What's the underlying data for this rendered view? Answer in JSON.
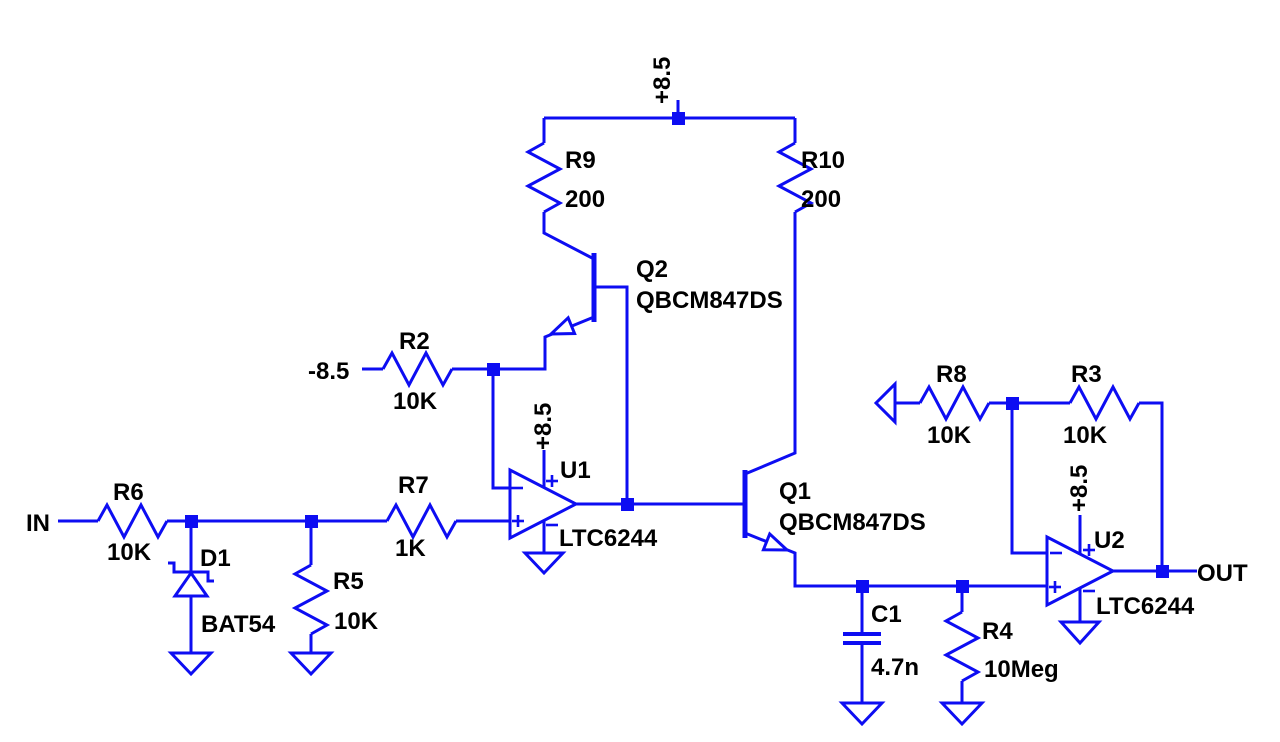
{
  "schematic": {
    "ports": {
      "in": "IN",
      "out": "OUT"
    },
    "supplies": {
      "top_rail": "+8.5",
      "u1_vplus": "+8.5",
      "u2_vplus": "+8.5",
      "r2_source": "-8.5"
    },
    "components": {
      "R2": {
        "ref": "R2",
        "value": "10K"
      },
      "R3": {
        "ref": "R3",
        "value": "10K"
      },
      "R4": {
        "ref": "R4",
        "value": "10Meg"
      },
      "R5": {
        "ref": "R5",
        "value": "10K"
      },
      "R6": {
        "ref": "R6",
        "value": "10K"
      },
      "R7": {
        "ref": "R7",
        "value": "1K"
      },
      "R8": {
        "ref": "R8",
        "value": "10K"
      },
      "R9": {
        "ref": "R9",
        "value": "200"
      },
      "R10": {
        "ref": "R10",
        "value": "200"
      },
      "C1": {
        "ref": "C1",
        "value": "4.7n"
      },
      "D1": {
        "ref": "D1",
        "value": "BAT54"
      },
      "Q1": {
        "ref": "Q1",
        "value": "QBCM847DS"
      },
      "Q2": {
        "ref": "Q2",
        "value": "QBCM847DS"
      },
      "U1": {
        "ref": "U1",
        "value": "LTC6244"
      },
      "U2": {
        "ref": "U2",
        "value": "LTC6244"
      }
    },
    "colors": {
      "wire": "#0d0df2",
      "text": "#000000",
      "background": "#ffffff"
    }
  }
}
